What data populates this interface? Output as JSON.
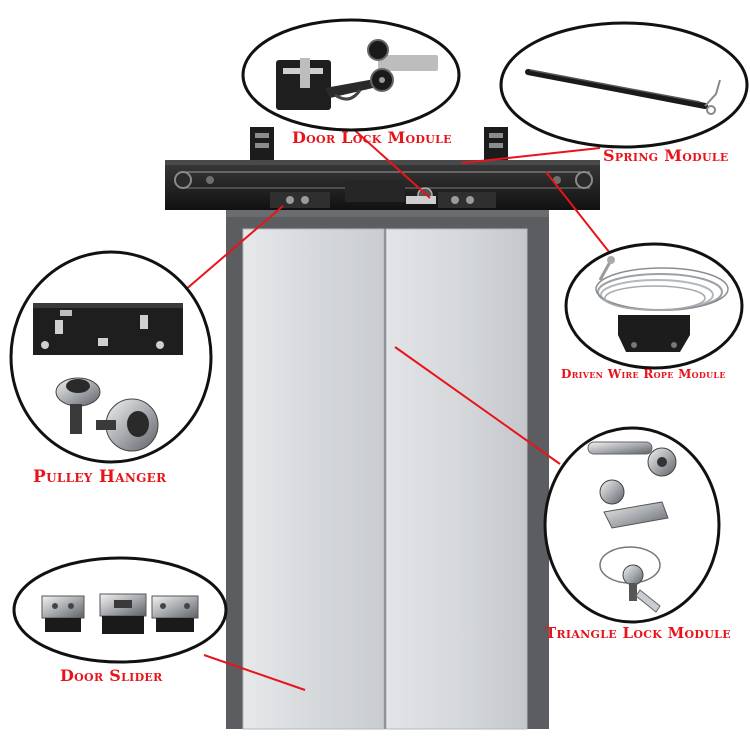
{
  "labels": {
    "door_lock": "Door Lock Module",
    "spring": "Spring Module",
    "wire_rope": "Driven Wire Rope Module",
    "pulley": "Pulley Hanger",
    "triangle": "Triangle Lock Module",
    "slider": "Door Slider"
  },
  "colors": {
    "label": "#e8141b",
    "leader": "#e8141b",
    "frame": "#5b5d61",
    "door_panel": "#d9dcdf",
    "header": "#1f1f1f"
  },
  "icons": [
    "door-lock-module-illustration",
    "spring-module-illustration",
    "wire-rope-module-illustration",
    "pulley-hanger-illustration",
    "triangle-lock-module-illustration",
    "door-slider-illustration"
  ]
}
